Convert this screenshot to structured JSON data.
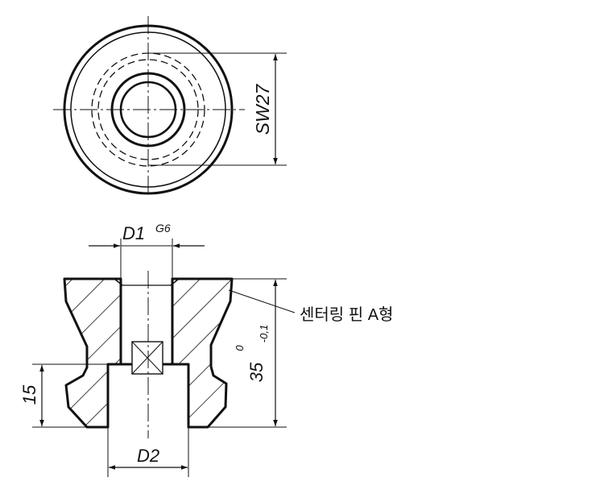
{
  "top_view": {
    "wrench_label": "SW27"
  },
  "section_view": {
    "bore_label": "D1",
    "bore_tolerance": "G6",
    "counterbore_label": "D2",
    "counterbore_depth": "15",
    "height_value": "35",
    "height_tol_upper": "0",
    "height_tol_lower": "-0,1",
    "callout_text": "센터링 핀 A형"
  }
}
